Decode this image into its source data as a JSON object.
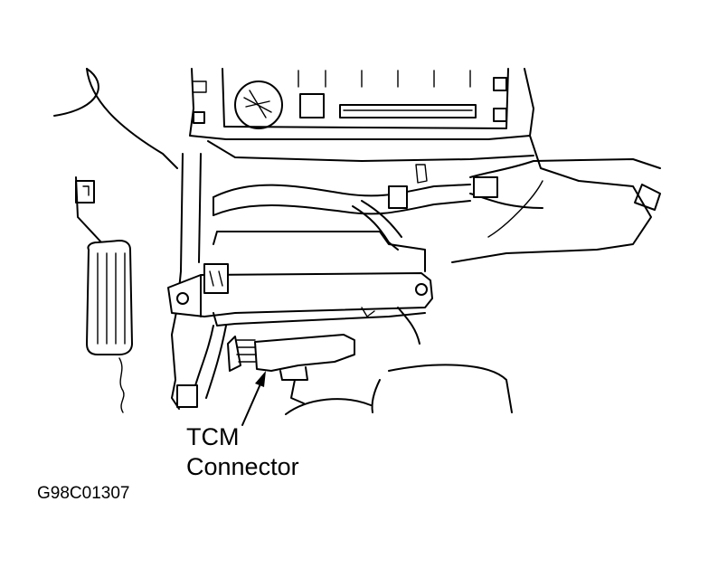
{
  "figure": {
    "callout": {
      "line1": "TCM",
      "line2": "Connector"
    },
    "figure_code": "G98C01307"
  }
}
